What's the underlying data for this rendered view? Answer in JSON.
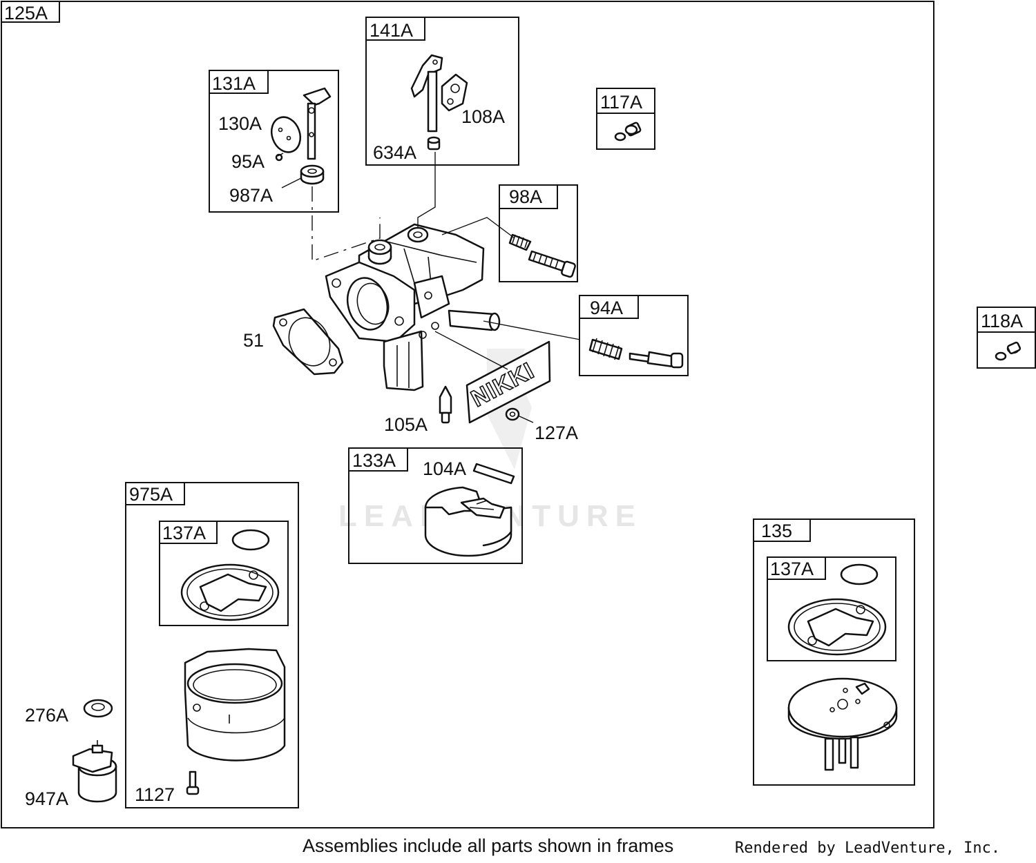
{
  "frames": {
    "outer": "125A",
    "f131": "131A",
    "f141": "141A",
    "f117": "117A",
    "f98": "98A",
    "f94": "94A",
    "f118": "118A",
    "f133": "133A",
    "f975": "975A",
    "f975_inner": "137A",
    "f135": "135",
    "f135_inner": "137A"
  },
  "parts": {
    "p130": "130A",
    "p95": "95A",
    "p987": "987A",
    "p108": "108A",
    "p634": "634A",
    "p51": "51",
    "p105": "105A",
    "p127": "127A",
    "p104": "104A",
    "p276": "276A",
    "p947": "947A",
    "p1127": "1127"
  },
  "brand_text": "NIKKI",
  "watermark": "LEADVENTURE",
  "footer": {
    "note": "Assemblies include all parts shown in frames",
    "credit": "Rendered by LeadVenture, Inc."
  }
}
